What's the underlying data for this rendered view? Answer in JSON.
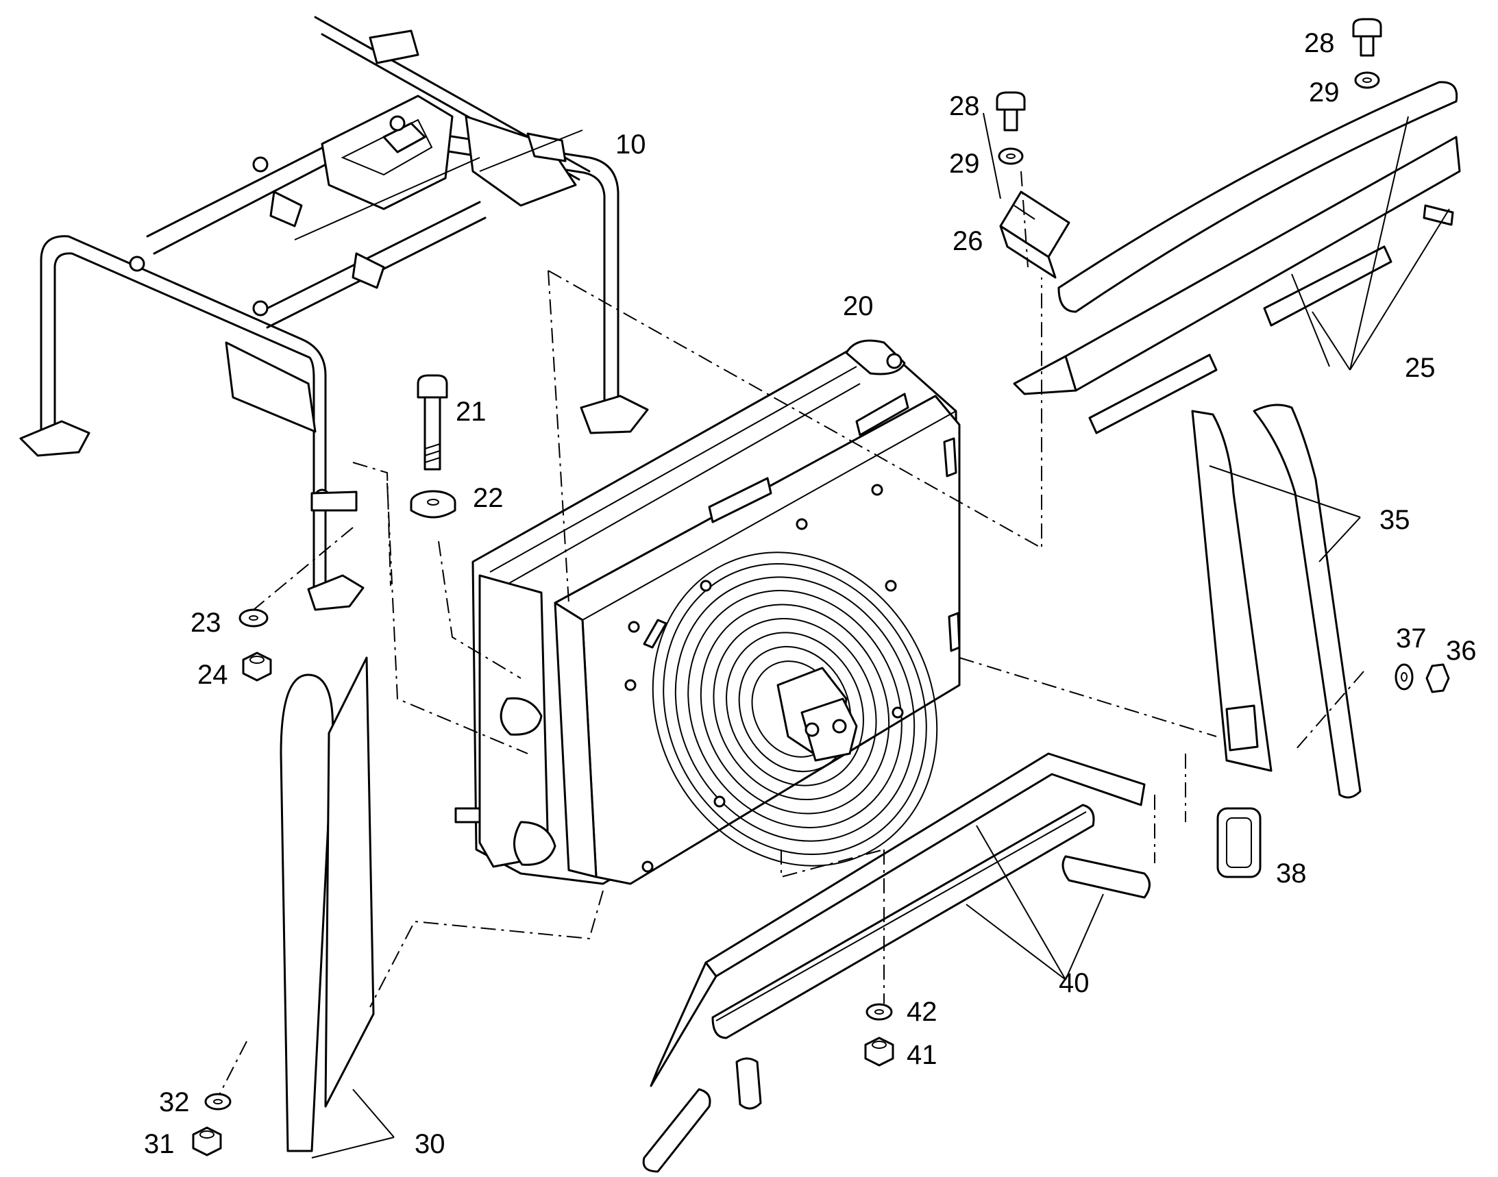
{
  "callouts": {
    "c10": "10",
    "c20": "20",
    "c21": "21",
    "c22": "22",
    "c23": "23",
    "c24": "24",
    "c25": "25",
    "c26": "26",
    "c28a": "28",
    "c29a": "29",
    "c28b": "28",
    "c29b": "29",
    "c30": "30",
    "c31": "31",
    "c32": "32",
    "c35": "35",
    "c36": "36",
    "c37": "37",
    "c38": "38",
    "c40": "40",
    "c41": "41",
    "c42": "42"
  },
  "colors": {
    "line": "#000000",
    "background": "#ffffff"
  }
}
